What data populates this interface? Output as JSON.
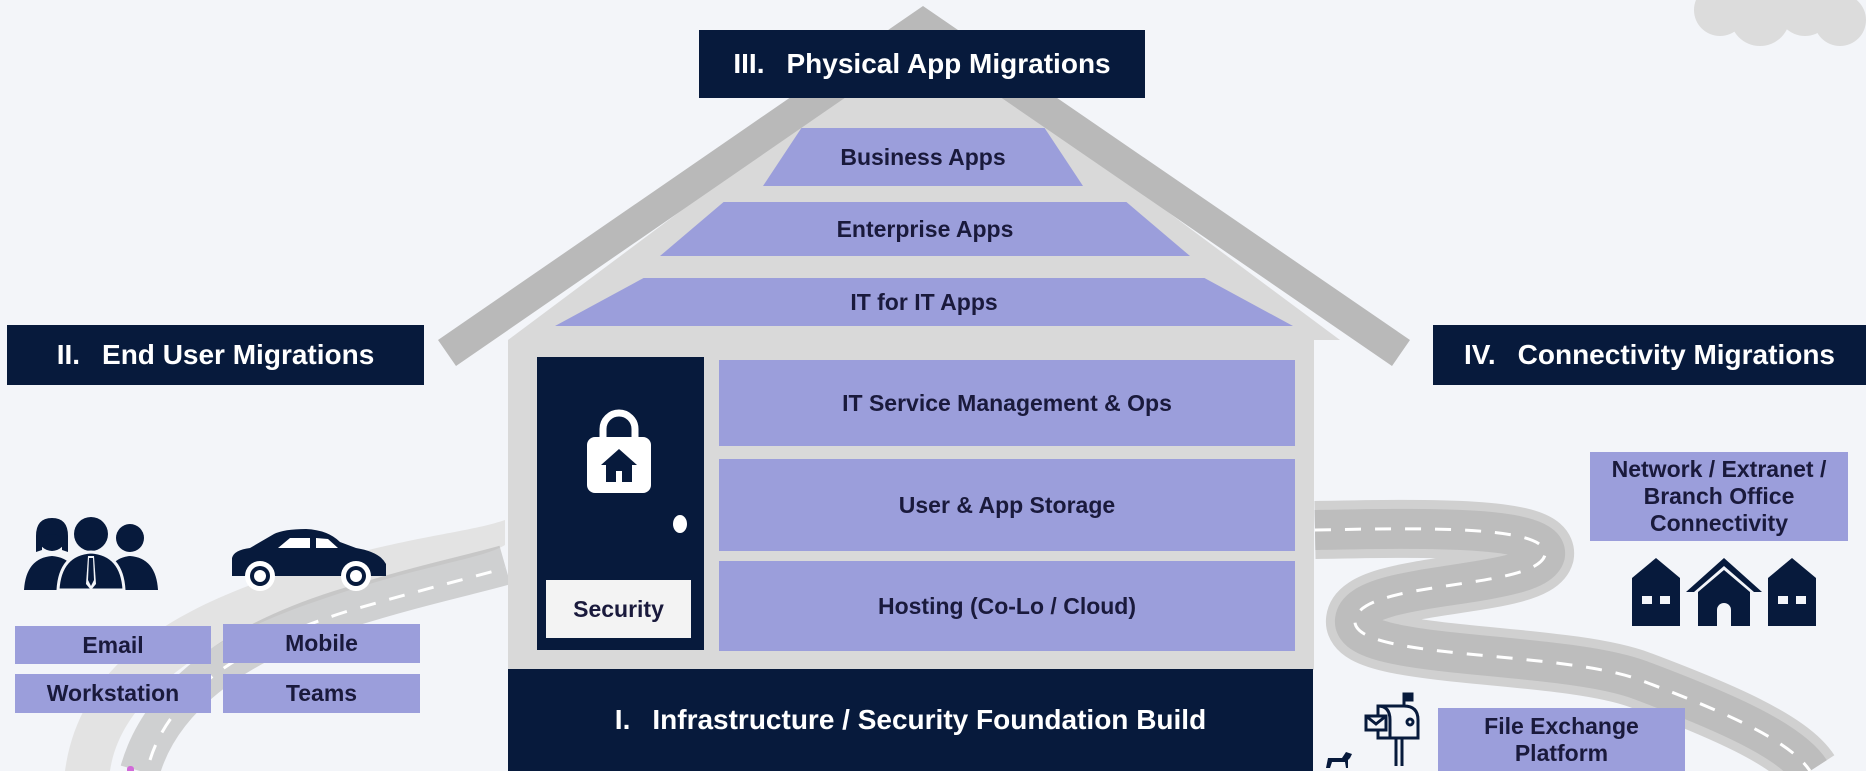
{
  "banners": {
    "physical": {
      "num": "III.",
      "text": "Physical App Migrations"
    },
    "end_user": {
      "num": "II.",
      "text": "End User Migrations"
    },
    "connectivity": {
      "num": "IV.",
      "text": "Connectivity Migrations"
    },
    "infrastructure": {
      "num": "I.",
      "text": "Infrastructure / Security Foundation Build"
    }
  },
  "roof_apps": [
    "Business Apps",
    "Enterprise Apps",
    "IT for IT Apps"
  ],
  "floors": [
    "IT Service Management & Ops",
    "User & App Storage",
    "Hosting (Co-Lo / Cloud)"
  ],
  "door": {
    "label": "Security"
  },
  "end_user_items": [
    "Email",
    "Mobile",
    "Workstation",
    "Teams"
  ],
  "connectivity_items": {
    "network": "Network / Extranet / Branch Office Connectivity",
    "file_exchange": "File Exchange Platform"
  },
  "icons": [
    "people-icon",
    "car-icon",
    "houses-icon",
    "mailbox-icon",
    "dog-icon",
    "lock-icon",
    "cloud-icon"
  ],
  "colors": {
    "navy": "#071a3c",
    "lavender": "#9b9edb",
    "roof_gray": "#b9b9b9",
    "wall_gray": "#d9d9d9",
    "background": "#f3f5f9"
  }
}
